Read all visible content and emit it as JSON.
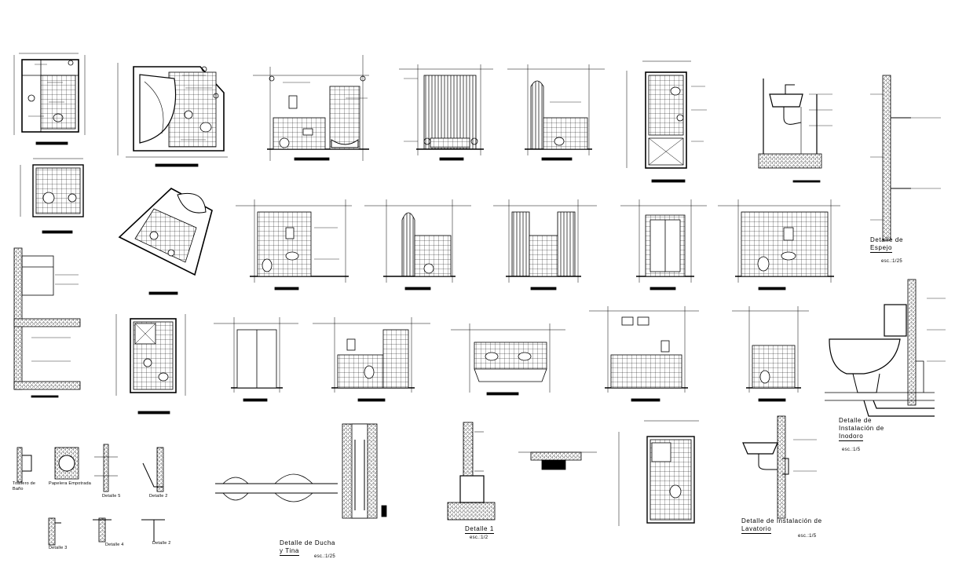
{
  "captions": {
    "espejo_title_1": "Detalle de",
    "espejo_title_2": "Espejo",
    "espejo_scale": "esc.:1/25",
    "inodoro_title_1": "Detalle de",
    "inodoro_title_2": "Instalación de",
    "inodoro_title_3": "Inodoro",
    "inodoro_scale": "esc.:1/5",
    "ducha_title_1": "Detalle de Ducha",
    "ducha_title_2": "y Tina",
    "ducha_scale": "esc.:1/25",
    "detalle1_title": "Detalle 1",
    "detalle1_scale": "esc.:1/2",
    "lavatorio_title_1": "Detalle de Instalación de",
    "lavatorio_title_2": "Lavatorio",
    "lavatorio_scale": "esc.:1/5",
    "d_toallero": "Toallero de",
    "d_toallero_2": "Baño",
    "d_papelera": "Papelera Empotrada",
    "d_detalle5": "Detalle 5",
    "d_detalle2": "Detalle 2",
    "d_detalle3": "Detalle 3",
    "d_detalle4": "Detalle 4",
    "d_detalle_b": "Detalle 2"
  }
}
